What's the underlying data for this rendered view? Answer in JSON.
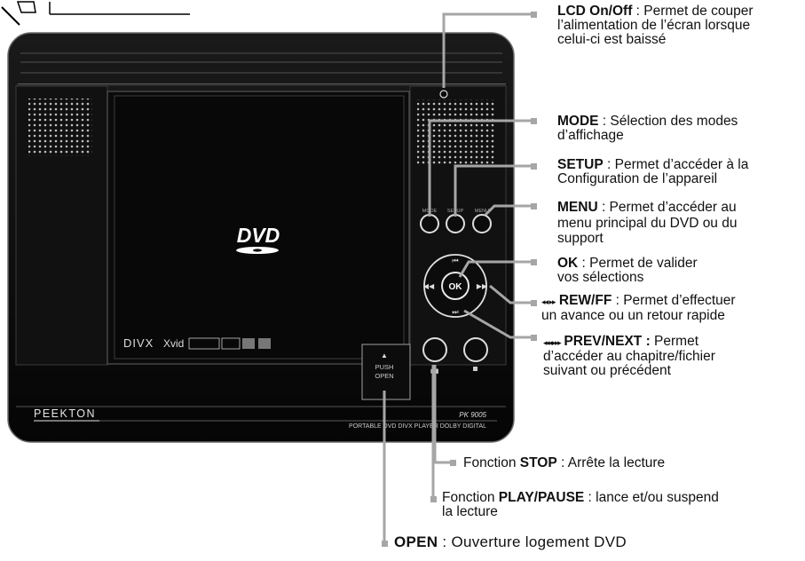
{
  "device": {
    "brand": "PEEKTON",
    "model": "PK 9005",
    "subtitle": "PORTABLE DVD DIVX PLAYER DOLBY DIGITAL",
    "dvd_logo": "DVD",
    "open_line1": "PUSH",
    "open_line2": "OPEN",
    "open_symbol": "▲",
    "button_labels": {
      "mode": "MODE",
      "setup": "SETUP",
      "menu": "MENU",
      "ok": "OK"
    },
    "logos": {
      "divx": "DIVX",
      "xvid": "Xvid",
      "dolby": "DOLBY DIGITAL"
    }
  },
  "annotations": {
    "lcd": {
      "label": "LCD On/Off",
      "desc1": " : Permet de couper",
      "desc2": "l’alimentation de l’écran lorsque",
      "desc3": "celui-ci est baissé"
    },
    "mode": {
      "label": "MODE",
      "desc1": " : Sélection des modes",
      "desc2": "d’affichage"
    },
    "setup": {
      "label": "SETUP",
      "desc1": " : Permet d’accéder à la",
      "desc2": "Configuration de l’appareil"
    },
    "menu": {
      "label": "MENU",
      "desc1": " : Permet d’accéder au",
      "desc2": "menu principal du DVD ou du",
      "desc3": "support"
    },
    "ok": {
      "label": "OK",
      "desc1": " : Permet de valider",
      "desc2": "vos sélections"
    },
    "rewff": {
      "icons": "◂◂ ▸▸",
      "label": "REW/FF",
      "desc1": " : Permet d’effectuer",
      "desc2": "un avance ou un retour rapide"
    },
    "prevnext": {
      "icons": "◂◂◂ ▸▸▸",
      "label": "PREV/NEXT :",
      "desc1": " Permet",
      "desc2": "d’accéder au chapitre/fichier",
      "desc3": "suivant ou précédent"
    },
    "stop": {
      "prefix": "Fonction ",
      "label": "STOP",
      "desc": " : Arrête la lecture"
    },
    "play": {
      "prefix": "Fonction ",
      "label": "PLAY/PAUSE",
      "desc1": " : lance et/ou suspend",
      "desc2": "la lecture"
    },
    "open": {
      "label": "OPEN",
      "desc": " : Ouverture logement DVD"
    }
  }
}
